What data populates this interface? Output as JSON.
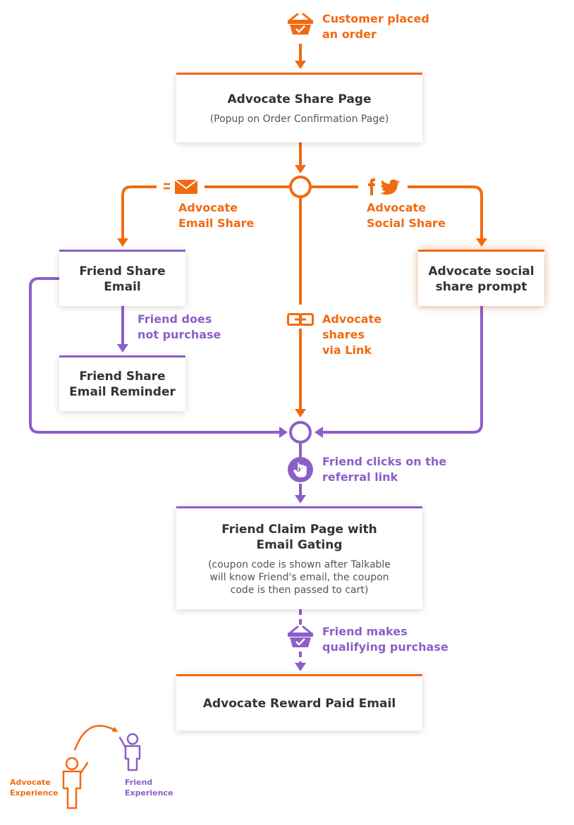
{
  "colors": {
    "advocate": "#f26a10",
    "friend": "#8c5fc8"
  },
  "start": {
    "icon": "basket-icon",
    "label_line1": "Customer placed",
    "label_line2": "an order"
  },
  "nodes": {
    "share_page": {
      "title": "Advocate Share Page",
      "subtitle": "(Popup on Order Confirmation Page)"
    },
    "friend_share_email": {
      "title_line1": "Friend Share",
      "title_line2": "Email"
    },
    "friend_reminder": {
      "title_line1": "Friend Share",
      "title_line2": "Email Reminder"
    },
    "social_prompt": {
      "title_line1": "Advocate social",
      "title_line2": "share prompt"
    },
    "claim_page": {
      "title_line1": "Friend Claim Page with",
      "title_line2": "Email Gating",
      "sub_line1": "(coupon code is shown after Talkable",
      "sub_line2": "will know Friend's email, the coupon",
      "sub_line3": "code is then passed to cart)"
    },
    "reward_email": {
      "title": "Advocate Reward Paid Email"
    }
  },
  "labels": {
    "email_share": {
      "line1": "Advocate",
      "line2": "Email Share",
      "icon": "envelope-icon"
    },
    "social_share": {
      "line1": "Advocate",
      "line2": "Social Share",
      "icons": [
        "facebook-icon",
        "twitter-icon"
      ]
    },
    "link_share": {
      "line1": "Advocate",
      "line2": "shares",
      "line3": "via Link",
      "icon": "link-icon"
    },
    "no_purchase": {
      "line1": "Friend does",
      "line2": "not purchase"
    },
    "friend_clicks": {
      "line1": "Friend clicks on the",
      "line2": "referral link",
      "icon": "pointer-hand-icon"
    },
    "friend_purchase": {
      "line1": "Friend makes",
      "line2": "qualifying purchase",
      "icon": "basket-icon"
    }
  },
  "legend": {
    "advocate": {
      "line1": "Advocate",
      "line2": "Experience"
    },
    "friend": {
      "line1": "Friend",
      "line2": "Experience"
    }
  }
}
